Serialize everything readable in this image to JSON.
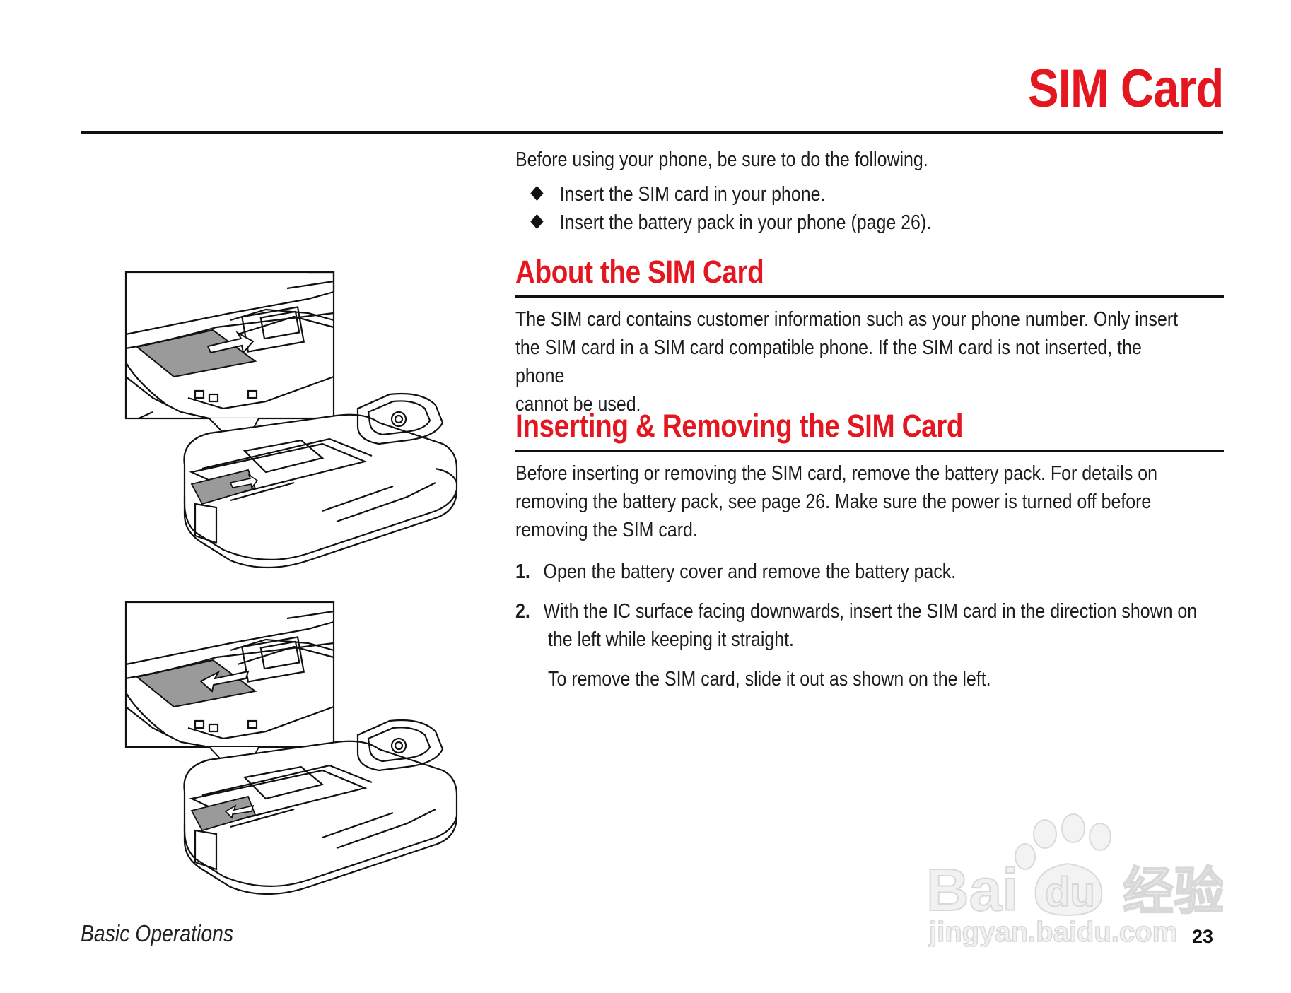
{
  "page": {
    "title": "SIM Card",
    "intro": "Before using your phone, be sure to do the following.",
    "bullets": [
      "Insert the SIM card in your phone.",
      "Insert the battery pack in your phone (page 26)."
    ],
    "section_about": {
      "heading": "About the SIM Card",
      "body_lines": [
        "The SIM card contains customer information such as your phone number. Only insert",
        "the SIM card in a SIM card compatible phone. If the SIM card is not inserted, the phone",
        "cannot be used."
      ]
    },
    "section_insert": {
      "heading": "Inserting & Removing the SIM Card",
      "body_lines": [
        "Before inserting or removing the SIM card, remove the battery pack. For details on",
        "removing the battery pack, see page 26. Make sure the power is turned off before",
        "removing the SIM card."
      ],
      "steps": [
        {
          "num": "1.",
          "lines": [
            "Open the battery cover and remove the battery pack."
          ]
        },
        {
          "num": "2.",
          "lines": [
            "With the IC surface facing downwards, insert the SIM card in the direction shown on",
            "the left while keeping it straight."
          ]
        }
      ],
      "note": "To remove the SIM card, slide it out as shown on the left."
    },
    "footer": {
      "section_name": "Basic Operations",
      "page_number": "23"
    },
    "watermark": {
      "brand": "Bai",
      "brand2": "du",
      "cn": "经验",
      "url": "jingyan.baidu.com"
    }
  },
  "colors": {
    "accent_red": "#e4161f",
    "text": "#1d1d1d"
  }
}
